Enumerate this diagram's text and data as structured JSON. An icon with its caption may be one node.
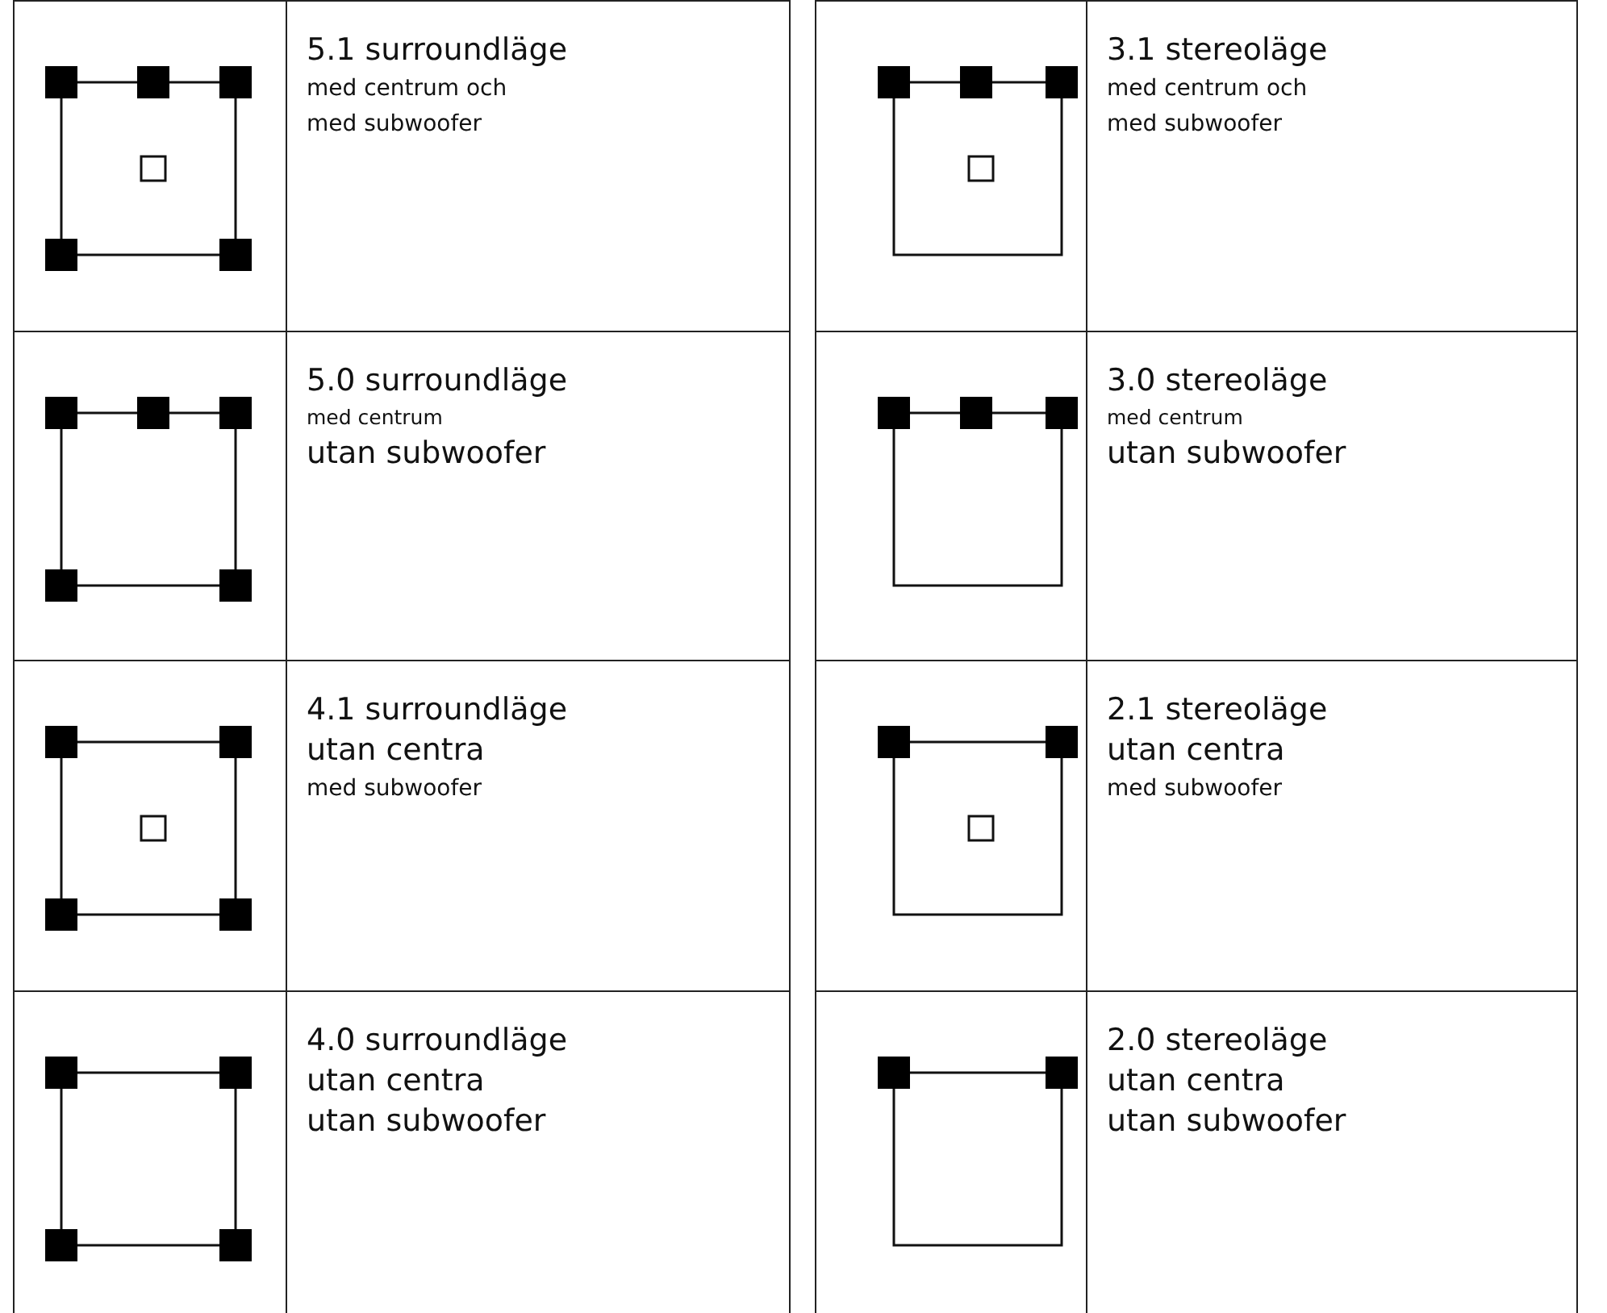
{
  "diagram": {
    "labels": [
      "5.1 surroundläge",
      "med centrum och",
      "med subwoofer",
      "3.1 stereoläge",
      "med centrum och",
      "med subwoofer",
      "5.0 surroundläge",
      "med centrum",
      "utan subwoofer",
      "3.0 stereoläge",
      "med centrum",
      "utan subwoofer",
      "4.1 surroundläge",
      "utan centra",
      "med subwoofer",
      "2.1 stereoläge",
      "utan centra",
      "med subwoofer",
      "4.0 surroundläge",
      "utan centra",
      "utan subwoofer",
      "2.0 stereoläge",
      "utan centra",
      "utan subwoofer"
    ]
  }
}
